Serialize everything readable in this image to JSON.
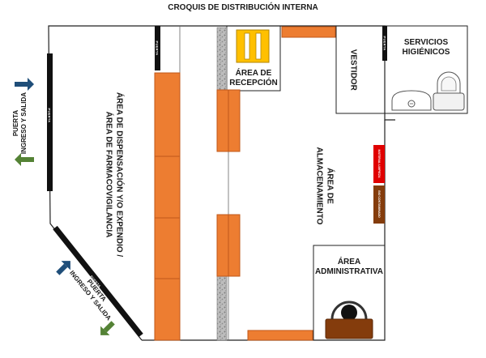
{
  "title": "CROQUIS DE DISTRIBUCIÓN INTERNA",
  "rooms": {
    "dispensacion": "ÁREA DE DISPENSACIÓN Y/O EXPENDIO /",
    "farmacovigilancia": "ÁREA DE FARMACOVIGILANCIA",
    "recepcion_1": "ÁREA DE",
    "recepcion_2": "RECEPCIÓN",
    "vestidor": "VESTIDOR",
    "servicios_1": "SERVICIOS",
    "servicios_2": "HIGIÉNICOS",
    "almacenamiento_1": "ÁREA DE",
    "almacenamiento_2": "ALMACENAMIENTO",
    "administrativa_1": "ÁREA",
    "administrativa_2": "ADMINISTRATIVA"
  },
  "doors": {
    "label": "PUERTA",
    "main_left_1": "PUERTA",
    "main_left_2": "INGRESO Y SALIDA",
    "main_diag_1": "PUERTA",
    "main_diag_2": "INGRESO Y SALIDA"
  },
  "tags": {
    "red": "MATERIAL LIMPIEZA",
    "brown": "BIO CONTAMINADO"
  },
  "colors": {
    "shelf": "#ed7d31",
    "shelf_border": "#c0581a",
    "wall": "#111111",
    "arrow_blue": "#1f4e79",
    "arrow_green": "#548235",
    "chair": "#ffc000",
    "red_tag": "#e00000",
    "brown_tag": "#843c0c",
    "gravel": "#a6a6a6"
  }
}
